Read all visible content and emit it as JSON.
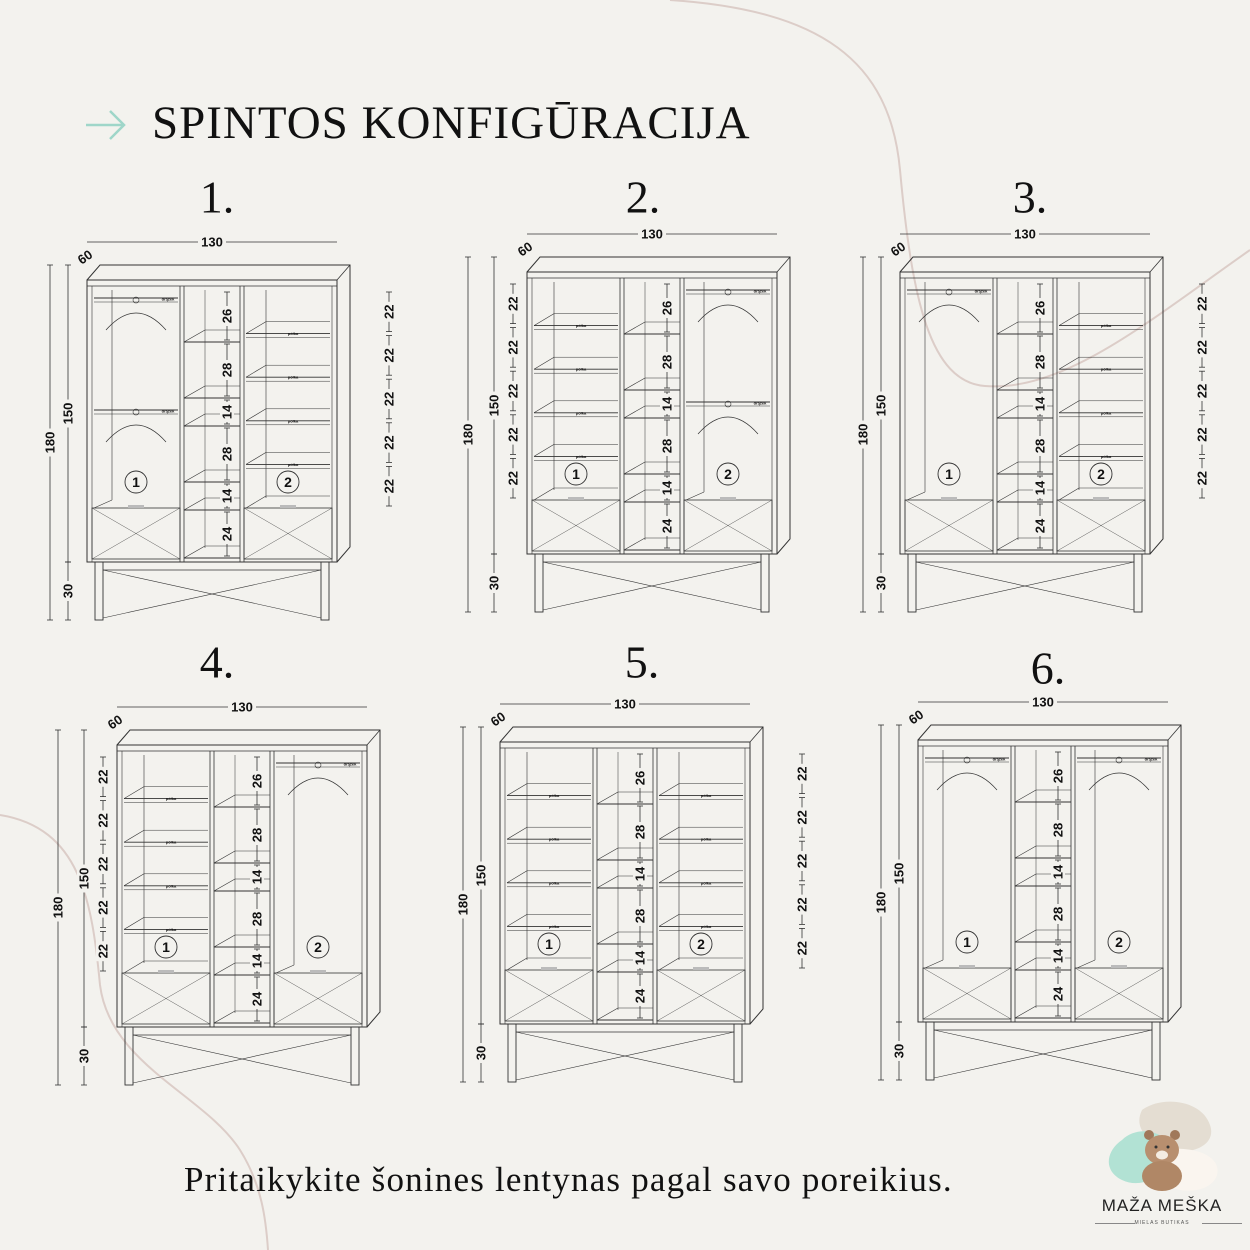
{
  "header": {
    "title": "SPINTOS KONFIGŪRACIJA",
    "icon": "arrow-right-icon",
    "accent": "#9fd6c9"
  },
  "footer": {
    "text": "Pritaikykite šonines lentynas pagal savo poreikius."
  },
  "brand": {
    "name": "MAŽA MEŠKA",
    "tagline": "MIELAS BUTIKAS"
  },
  "labels": {
    "rod": "drążek",
    "shelf": "półka"
  },
  "configs": [
    {
      "number": "1.",
      "width": "130",
      "depth": "60",
      "height_total": "180",
      "height_body": "150",
      "legs": "30",
      "middle": [
        "26",
        "28",
        "14",
        "28",
        "14",
        "24"
      ],
      "side_dims": [
        "22",
        "22",
        "22",
        "22",
        "22"
      ],
      "side_dims_position": "right",
      "left": {
        "type": "hanging",
        "rods": 2,
        "label": "1"
      },
      "right": {
        "type": "shelves",
        "label": "2"
      }
    },
    {
      "number": "2.",
      "width": "130",
      "depth": "60",
      "height_total": "180",
      "height_body": "150",
      "legs": "30",
      "middle": [
        "26",
        "28",
        "14",
        "28",
        "14",
        "24"
      ],
      "side_dims": [
        "22",
        "22",
        "22",
        "22",
        "22"
      ],
      "side_dims_position": "left",
      "left": {
        "type": "shelves",
        "label": "1"
      },
      "right": {
        "type": "hanging",
        "rods": 2,
        "label": "2"
      }
    },
    {
      "number": "3.",
      "width": "130",
      "depth": "60",
      "height_total": "180",
      "height_body": "150",
      "legs": "30",
      "middle": [
        "26",
        "28",
        "14",
        "28",
        "14",
        "24"
      ],
      "side_dims": [
        "22",
        "22",
        "22",
        "22",
        "22"
      ],
      "side_dims_position": "right",
      "left": {
        "type": "hanging",
        "rods": 1,
        "label": "1"
      },
      "right": {
        "type": "shelves",
        "label": "2"
      }
    },
    {
      "number": "4.",
      "width": "130",
      "depth": "60",
      "height_total": "180",
      "height_body": "150",
      "legs": "30",
      "middle": [
        "26",
        "28",
        "14",
        "28",
        "14",
        "24"
      ],
      "side_dims": [
        "22",
        "22",
        "22",
        "22",
        "22"
      ],
      "side_dims_position": "left",
      "left": {
        "type": "shelves",
        "label": "1"
      },
      "right": {
        "type": "hanging",
        "rods": 1,
        "label": "2"
      }
    },
    {
      "number": "5.",
      "width": "130",
      "depth": "60",
      "height_total": "180",
      "height_body": "150",
      "legs": "30",
      "middle": [
        "26",
        "28",
        "14",
        "28",
        "14",
        "24"
      ],
      "side_dims": [
        "22",
        "22",
        "22",
        "22",
        "22"
      ],
      "side_dims_position": "right",
      "left": {
        "type": "shelves",
        "label": "1"
      },
      "right": {
        "type": "shelves",
        "label": "2"
      }
    },
    {
      "number": "6.",
      "width": "130",
      "depth": "60",
      "height_total": "180",
      "height_body": "150",
      "legs": "30",
      "middle": [
        "26",
        "28",
        "14",
        "28",
        "14",
        "24"
      ],
      "side_dims": [],
      "side_dims_position": "none",
      "left": {
        "type": "hanging",
        "rods": 1,
        "label": "1"
      },
      "right": {
        "type": "hanging",
        "rods": 1,
        "label": "2"
      }
    }
  ]
}
